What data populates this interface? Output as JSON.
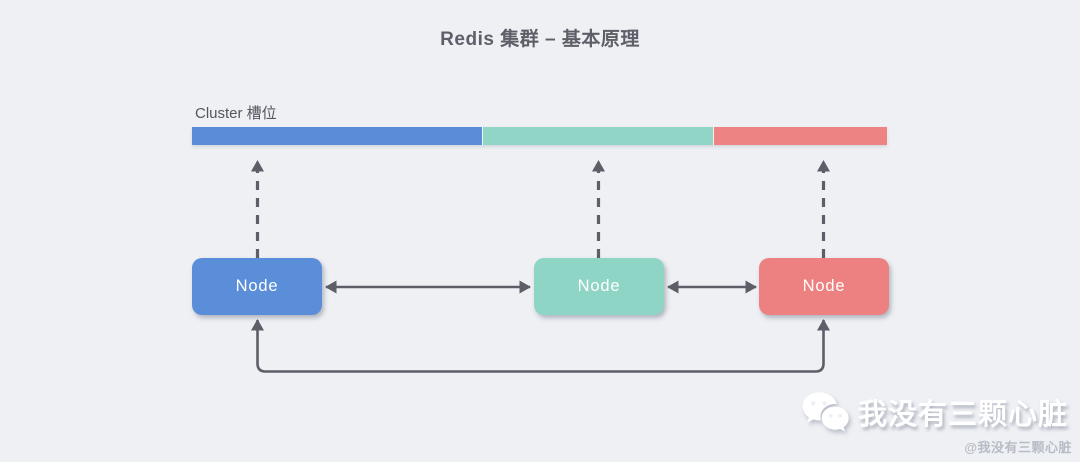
{
  "title": "Redis 集群 – 基本原理",
  "cluster_bar": {
    "label": "Cluster 槽位",
    "segments": [
      {
        "name": "node-1-slot-range",
        "color": "#5a8dd8",
        "width_pct": "41.9%"
      },
      {
        "name": "node-2-slot-range",
        "color": "#90d5c6",
        "width_pct": "33.1%"
      },
      {
        "name": "node-3-slot-range",
        "color": "#ee8383",
        "width_pct": "25.0%"
      }
    ]
  },
  "nodes": [
    {
      "label": "Node",
      "color": "#5b8ed9"
    },
    {
      "label": "Node",
      "color": "#8ed5c6"
    },
    {
      "label": "Node",
      "color": "#ed8181"
    }
  ],
  "watermark": {
    "icon": "wechat-icon",
    "name": "我没有三颗心脏",
    "handle": "@我没有三颗心脏"
  },
  "colors": {
    "background": "#eef0f4",
    "line": "#5c5f67",
    "title_text": "#5d6069"
  }
}
